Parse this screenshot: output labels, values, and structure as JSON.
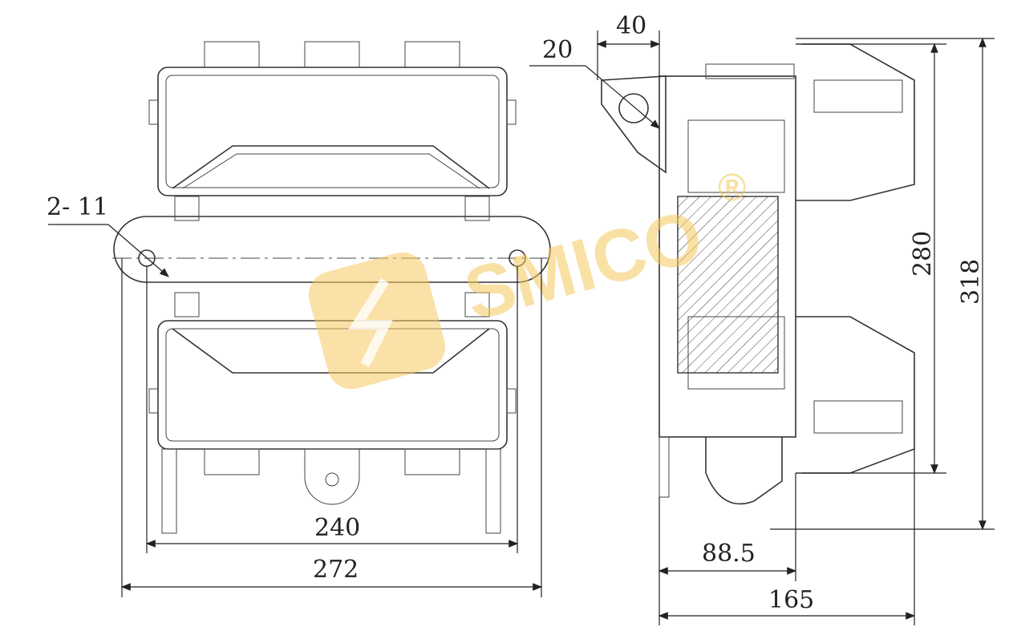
{
  "watermark": {
    "brand": "SMICO",
    "registered": "®",
    "color": "#f5c95e"
  },
  "dimensions": {
    "mount_holes": "2- 11",
    "top_offset": "40",
    "radius": "20",
    "width_inner": "240",
    "width_outer": "272",
    "height_inner": "280",
    "height_outer": "318",
    "depth_partial": "88.5",
    "depth_total": "165"
  }
}
